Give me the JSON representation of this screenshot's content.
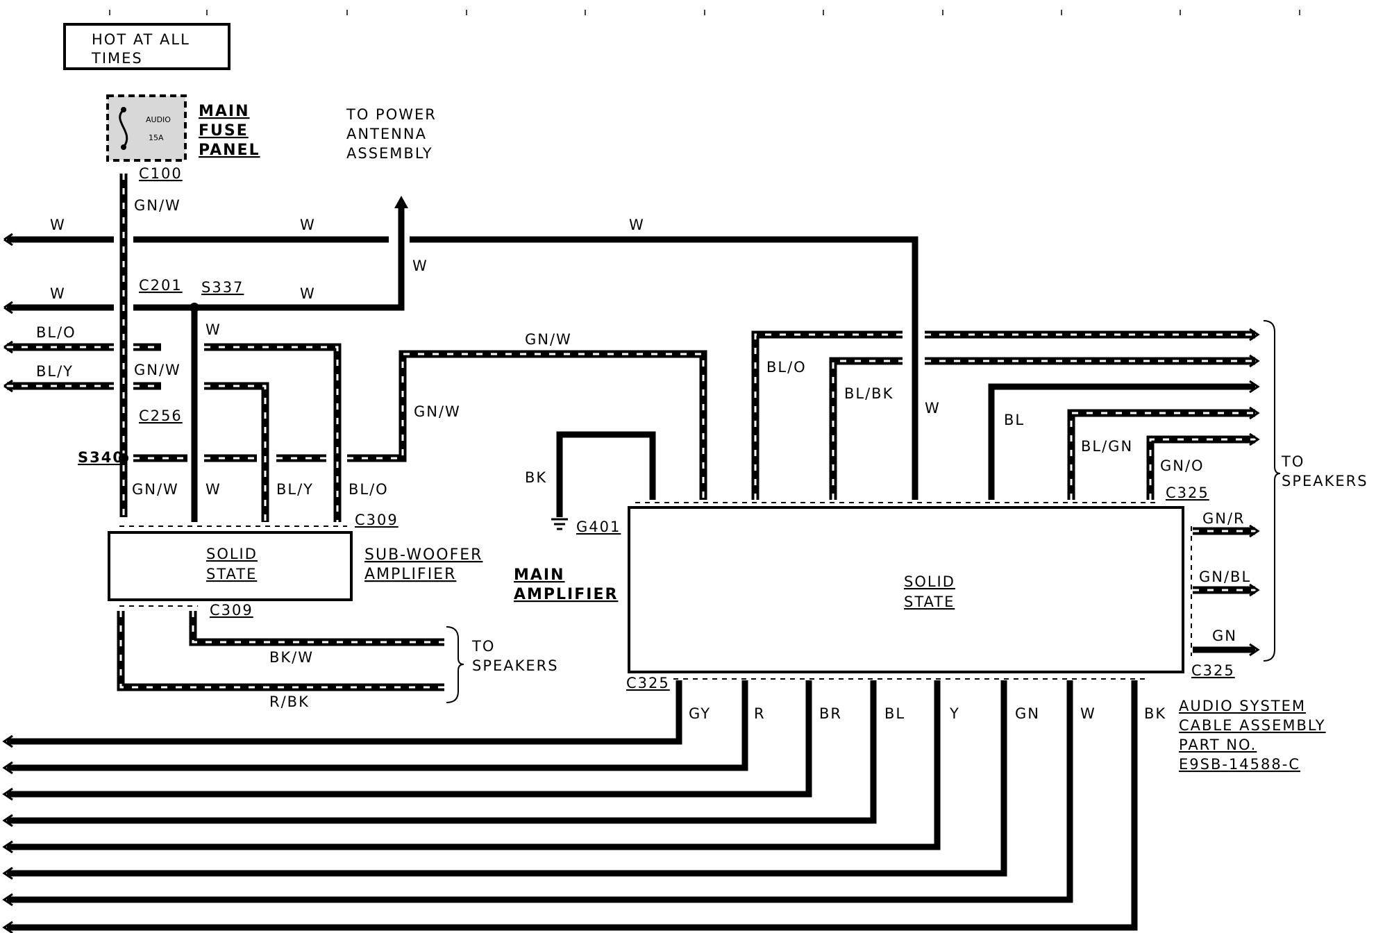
{
  "header": {
    "hot_label_1": "HOT AT ALL",
    "hot_label_2": "TIMES"
  },
  "fuse": {
    "name": "AUDIO",
    "rating": "15A",
    "panel_1": "MAIN",
    "panel_2": "FUSE",
    "panel_3": "PANEL"
  },
  "antenna": {
    "line1": "TO POWER",
    "line2": "ANTENNA",
    "line3": "ASSEMBLY"
  },
  "connectors": {
    "c100": "C100",
    "c201": "C201",
    "c256": "C256",
    "c309": "C309",
    "c325": "C325",
    "s337": "S337",
    "s340": "S340",
    "g401": "G401"
  },
  "wires": {
    "w": "W",
    "gn_w": "GN/W",
    "bl_o": "BL/O",
    "bl_y": "BL/Y",
    "bk": "BK",
    "bl_bk": "BL/BK",
    "bl": "BL",
    "bl_gn": "BL/GN",
    "gn_o": "GN/O",
    "gn_r": "GN/R",
    "gn_bl": "GN/BL",
    "gn": "GN",
    "bk_w": "BK/W",
    "r_bk": "R/BK",
    "gy": "GY",
    "r": "R",
    "br": "BR",
    "y": "Y"
  },
  "subwoofer": {
    "state1": "SOLID",
    "state2": "STATE",
    "name1": "SUB-WOOFER",
    "name2": "AMPLIFIER"
  },
  "main_amp": {
    "name1": "MAIN",
    "name2": "AMPLIFIER",
    "state1": "SOLID",
    "state2": "STATE"
  },
  "speakers": {
    "line1": "TO",
    "line2": "SPEAKERS"
  },
  "cable": {
    "line1": "AUDIO SYSTEM",
    "line2": "CABLE ASSEMBLY",
    "line3": "PART NO.",
    "line4": "E9SB-14588-C"
  },
  "colors": {
    "ink": "#000000",
    "paper": "#ffffff"
  }
}
